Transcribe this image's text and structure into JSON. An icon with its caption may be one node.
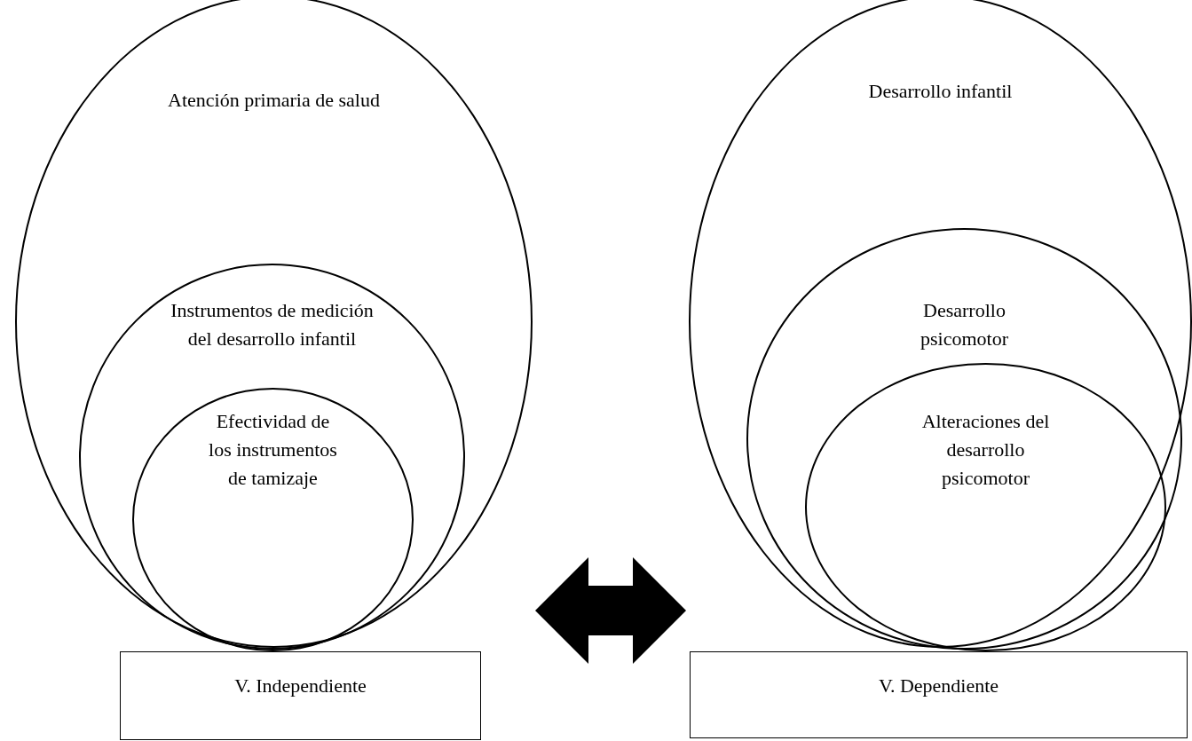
{
  "diagram": {
    "nodes": [
      {
        "text": [
          "Atención primaria de salud"
        ]
      },
      {
        "text": [
          "Instrumentos de medición del desarrollo infantil"
        ],
        "in": 0
      },
      {
        "text": [
          "Efectividad de los instrumentos de tamizaje"
        ],
        "in": 1
      },
      {
        "text": [
          "Desarrollo infantil"
        ]
      },
      {
        "text": [
          "Desarrollo psicomotor"
        ],
        "in": 3
      },
      {
        "text": [
          "Alteraciones del desarrollo psicomotor"
        ],
        "in": 4
      },
      {
        "text": [
          "V. Independiente"
        ]
      },
      {
        "text": [
          "V. Dependiente"
        ]
      }
    ],
    "edges": [
      {
        "from": 0,
        "to": 3,
        "arrow": "both"
      }
    ]
  }
}
